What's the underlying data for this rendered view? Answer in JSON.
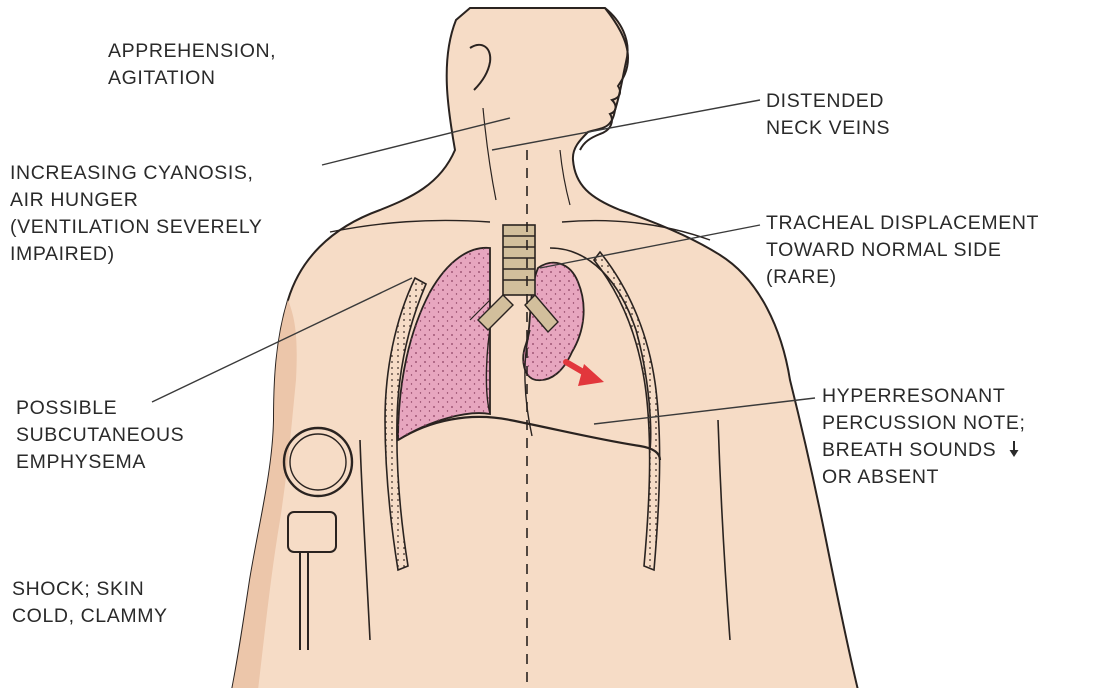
{
  "colors": {
    "skin": "#f6dcc6",
    "skin_shadow": "#ecc6aa",
    "outline": "#2a2320",
    "lung": "#e7a6bf",
    "lung_dots": "#8a4060",
    "trachea": "#d2bf9c",
    "arrow": "#e2373c",
    "leader": "#3a3a3a",
    "text": "#2a2a2a"
  },
  "icons": {
    "shift_arrow": "red-arrow-icon",
    "decrease_arrow": "down-arrow-icon"
  },
  "labels": {
    "apprehension": [
      "APPREHENSION,",
      "AGITATION"
    ],
    "cyanosis": [
      "INCREASING CYANOSIS,",
      "AIR HUNGER",
      "(VENTILATION SEVERELY",
      "IMPAIRED)"
    ],
    "emphysema": [
      "POSSIBLE",
      "SUBCUTANEOUS",
      "EMPHYSEMA"
    ],
    "shock": [
      "SHOCK; SKIN",
      "COLD, CLAMMY"
    ],
    "neck_veins": [
      "DISTENDED",
      "NECK VEINS"
    ],
    "tracheal": [
      "TRACHEAL DISPLACEMENT",
      "TOWARD NORMAL SIDE",
      "(RARE)"
    ],
    "hyperresonant": [
      "HYPERRESONANT",
      "PERCUSSION NOTE;",
      "BREATH SOUNDS",
      "OR ABSENT"
    ]
  }
}
